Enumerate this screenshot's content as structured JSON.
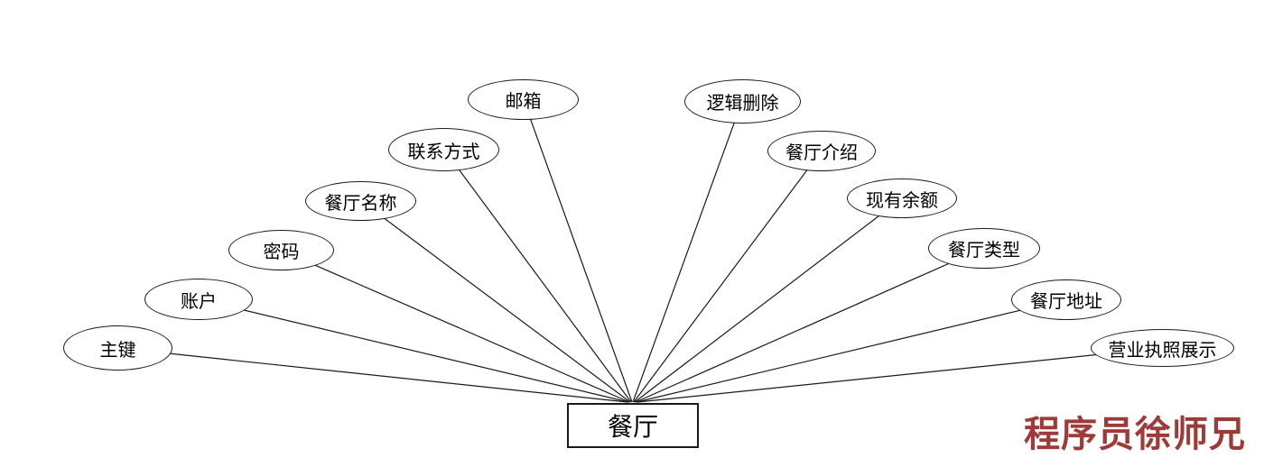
{
  "diagram": {
    "type": "er-attribute-diagram",
    "entity": {
      "label": "餐厅"
    },
    "attributes": [
      {
        "label": "主键"
      },
      {
        "label": "账户"
      },
      {
        "label": "密码"
      },
      {
        "label": "餐厅名称"
      },
      {
        "label": "联系方式"
      },
      {
        "label": "邮箱"
      },
      {
        "label": "逻辑删除"
      },
      {
        "label": "餐厅介绍"
      },
      {
        "label": "现有余额"
      },
      {
        "label": "餐厅类型"
      },
      {
        "label": "餐厅地址"
      },
      {
        "label": "营业执照展示"
      }
    ],
    "watermark": {
      "text": "程序员徐师兄",
      "color": "#9e3a38"
    },
    "colors": {
      "stroke": "#1a1a1a",
      "background": "#ffffff"
    }
  }
}
